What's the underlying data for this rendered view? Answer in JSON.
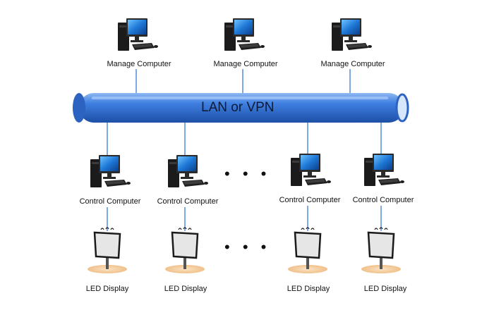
{
  "network": {
    "label": "LAN or VPN"
  },
  "manage_computers": [
    {
      "label": "Manage Computer"
    },
    {
      "label": "Manage Computer"
    },
    {
      "label": "Manage Computer"
    }
  ],
  "control_nodes": [
    {
      "computer_label": "Control Computer",
      "display_label": "LED Display"
    },
    {
      "computer_label": "Control Computer",
      "display_label": "LED Display"
    },
    {
      "computer_label": "Control Computer",
      "display_label": "LED Display"
    },
    {
      "computer_label": "Control Computer",
      "display_label": "LED Display"
    }
  ],
  "ellipsis": "• • •",
  "colors": {
    "pipe": "#3a78d8",
    "link": "#3a78d8",
    "screen": "#1e78d6",
    "tower": "#1b1b1b",
    "display_panel": "#e6e6e6",
    "display_base": "#f5d2a6"
  },
  "icons": [
    "desktop-computer-icon",
    "led-display-icon"
  ]
}
